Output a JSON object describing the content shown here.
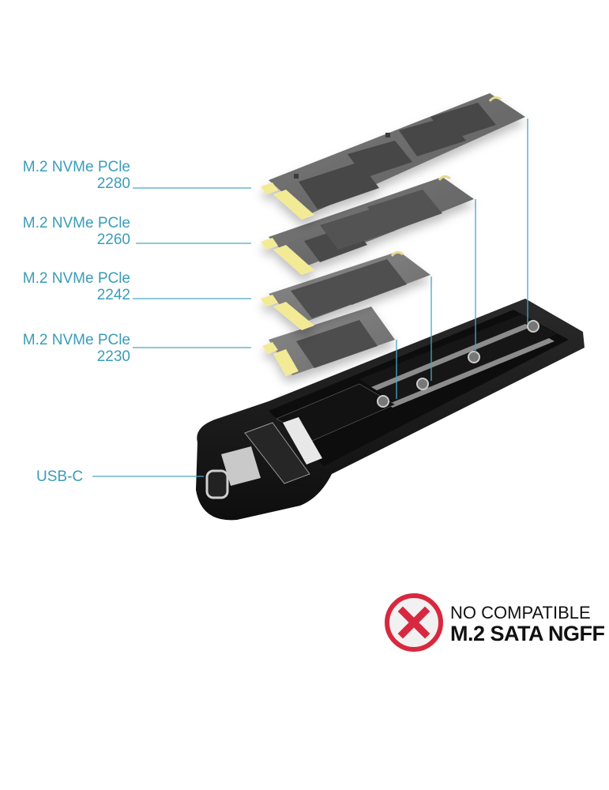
{
  "labels": [
    {
      "line1": "M.2 NVMe PCle",
      "line2": "2280"
    },
    {
      "line1": "M.2 NVMe PCle",
      "line2": "2260"
    },
    {
      "line1": "M.2 NVMe PCle",
      "line2": "2242"
    },
    {
      "line1": "M.2 NVMe PCle",
      "line2": "2230"
    }
  ],
  "usb_label": "USB-C",
  "badge": {
    "line1": "NO COMPATIBLE",
    "line2": "M.2 SATA NGFF",
    "icon": "x-circle-icon",
    "color": "#d8283f"
  },
  "colors": {
    "accent": "#3a9cb8",
    "ssd_board": "#6b6b6b",
    "chip": "#4a4a4a",
    "gold": "#f3ea95",
    "enclosure": "#1c1c1c"
  }
}
